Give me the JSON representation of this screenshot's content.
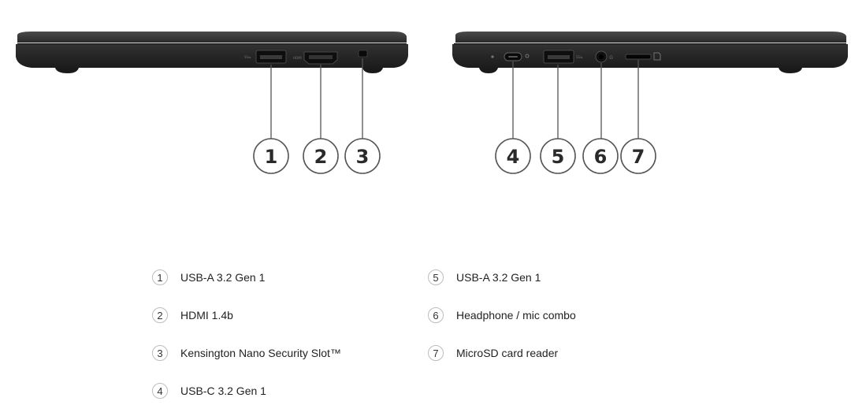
{
  "left_side": {
    "callouts": [
      {
        "number": "1",
        "port": "usb-a-port"
      },
      {
        "number": "2",
        "port": "hdmi-port"
      },
      {
        "number": "3",
        "port": "security-slot"
      }
    ],
    "port_markings": {
      "usb": "SS⇆",
      "hdmi": "HDMI"
    }
  },
  "right_side": {
    "callouts": [
      {
        "number": "4",
        "port": "usb-c-port"
      },
      {
        "number": "5",
        "port": "usb-a-port"
      },
      {
        "number": "6",
        "port": "headphone-jack"
      },
      {
        "number": "7",
        "port": "microsd-slot"
      }
    ],
    "port_markings": {
      "usb": "SS⇆"
    }
  },
  "legend": {
    "left_column": [
      {
        "number": "1",
        "label": "USB-A 3.2 Gen 1"
      },
      {
        "number": "2",
        "label": "HDMI 1.4b"
      },
      {
        "number": "3",
        "label": "Kensington Nano Security Slot™"
      },
      {
        "number": "4",
        "label": "USB-C 3.2 Gen 1"
      }
    ],
    "right_column": [
      {
        "number": "5",
        "label": "USB-A 3.2 Gen 1"
      },
      {
        "number": "6",
        "label": "Headphone / mic combo"
      },
      {
        "number": "7",
        "label": "MicroSD card reader"
      }
    ]
  },
  "colors": {
    "chassis": "#2b2b2b",
    "callout_border": "#555555",
    "legend_border": "#bdbdbd"
  }
}
